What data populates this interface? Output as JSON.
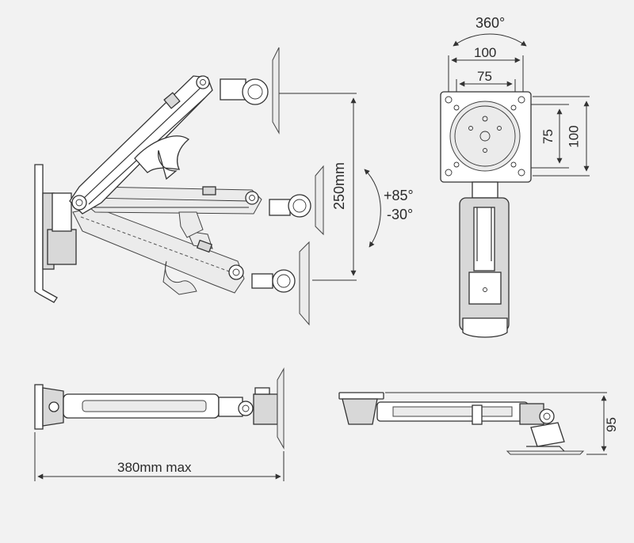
{
  "dimensions": {
    "rotation": "360°",
    "vesa_outer": "100",
    "vesa_inner": "75",
    "vesa_side_inner": "75",
    "vesa_side_outer": "100",
    "height_range": "250mm",
    "tilt_up": "+85°",
    "tilt_down": "-30°",
    "extension": "380mm max",
    "depth": "95"
  }
}
